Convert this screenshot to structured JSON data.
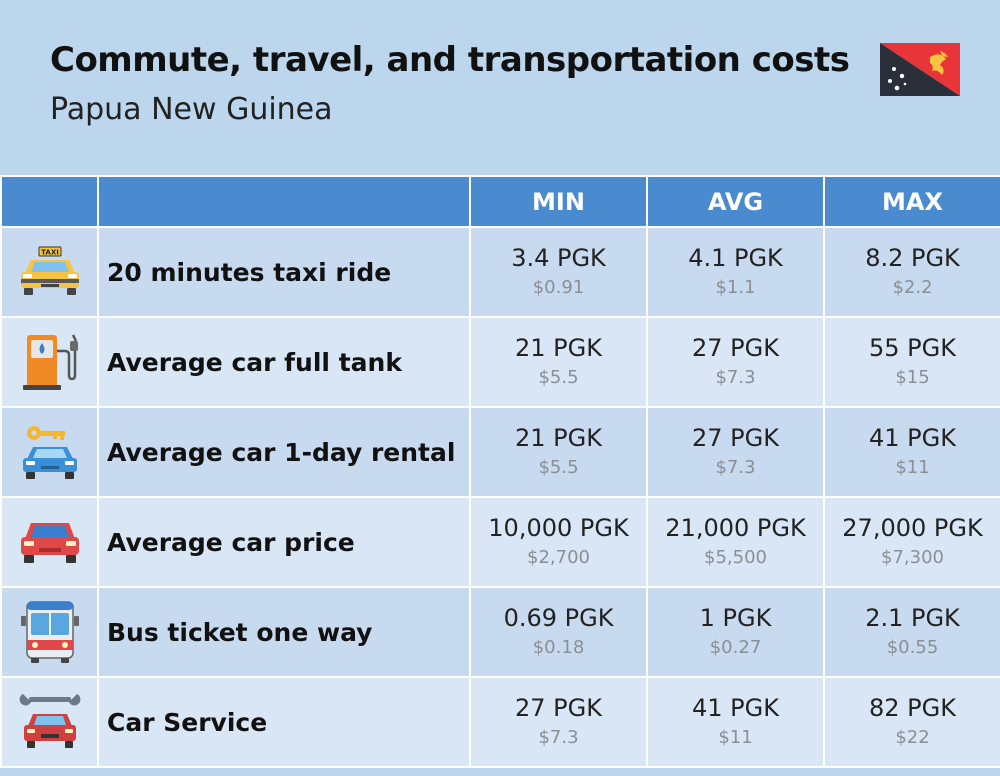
{
  "header": {
    "title": "Commute, travel, and transportation costs",
    "subtitle": "Papua New Guinea"
  },
  "table": {
    "columns": [
      "",
      "",
      "MIN",
      "AVG",
      "MAX"
    ],
    "rows": [
      {
        "icon": "taxi-icon",
        "label": "20 minutes taxi ride",
        "min": "3.4 PGK",
        "min_usd": "$0.91",
        "avg": "4.1 PGK",
        "avg_usd": "$1.1",
        "max": "8.2 PGK",
        "max_usd": "$2.2"
      },
      {
        "icon": "fuel-pump-icon",
        "label": "Average car full tank",
        "min": "21 PGK",
        "min_usd": "$5.5",
        "avg": "27 PGK",
        "avg_usd": "$7.3",
        "max": "55 PGK",
        "max_usd": "$15"
      },
      {
        "icon": "car-rental-icon",
        "label": "Average car 1-day rental",
        "min": "21 PGK",
        "min_usd": "$5.5",
        "avg": "27 PGK",
        "avg_usd": "$7.3",
        "max": "41 PGK",
        "max_usd": "$11"
      },
      {
        "icon": "car-icon",
        "label": "Average car price",
        "min": "10,000 PGK",
        "min_usd": "$2,700",
        "avg": "21,000 PGK",
        "avg_usd": "$5,500",
        "max": "27,000 PGK",
        "max_usd": "$7,300"
      },
      {
        "icon": "bus-icon",
        "label": "Bus ticket one way",
        "min": "0.69 PGK",
        "min_usd": "$0.18",
        "avg": "1 PGK",
        "avg_usd": "$0.27",
        "max": "2.1 PGK",
        "max_usd": "$0.55"
      },
      {
        "icon": "car-service-icon",
        "label": "Car Service",
        "min": "27 PGK",
        "min_usd": "$7.3",
        "avg": "41 PGK",
        "avg_usd": "$11",
        "max": "82 PGK",
        "max_usd": "$22"
      }
    ]
  },
  "taxi_sign": "TAXI",
  "colors": {
    "background": "#bcd6ee",
    "header_row": "#4a8bd0",
    "row_odd": "#c8daef",
    "row_even": "#d8e6f5"
  }
}
